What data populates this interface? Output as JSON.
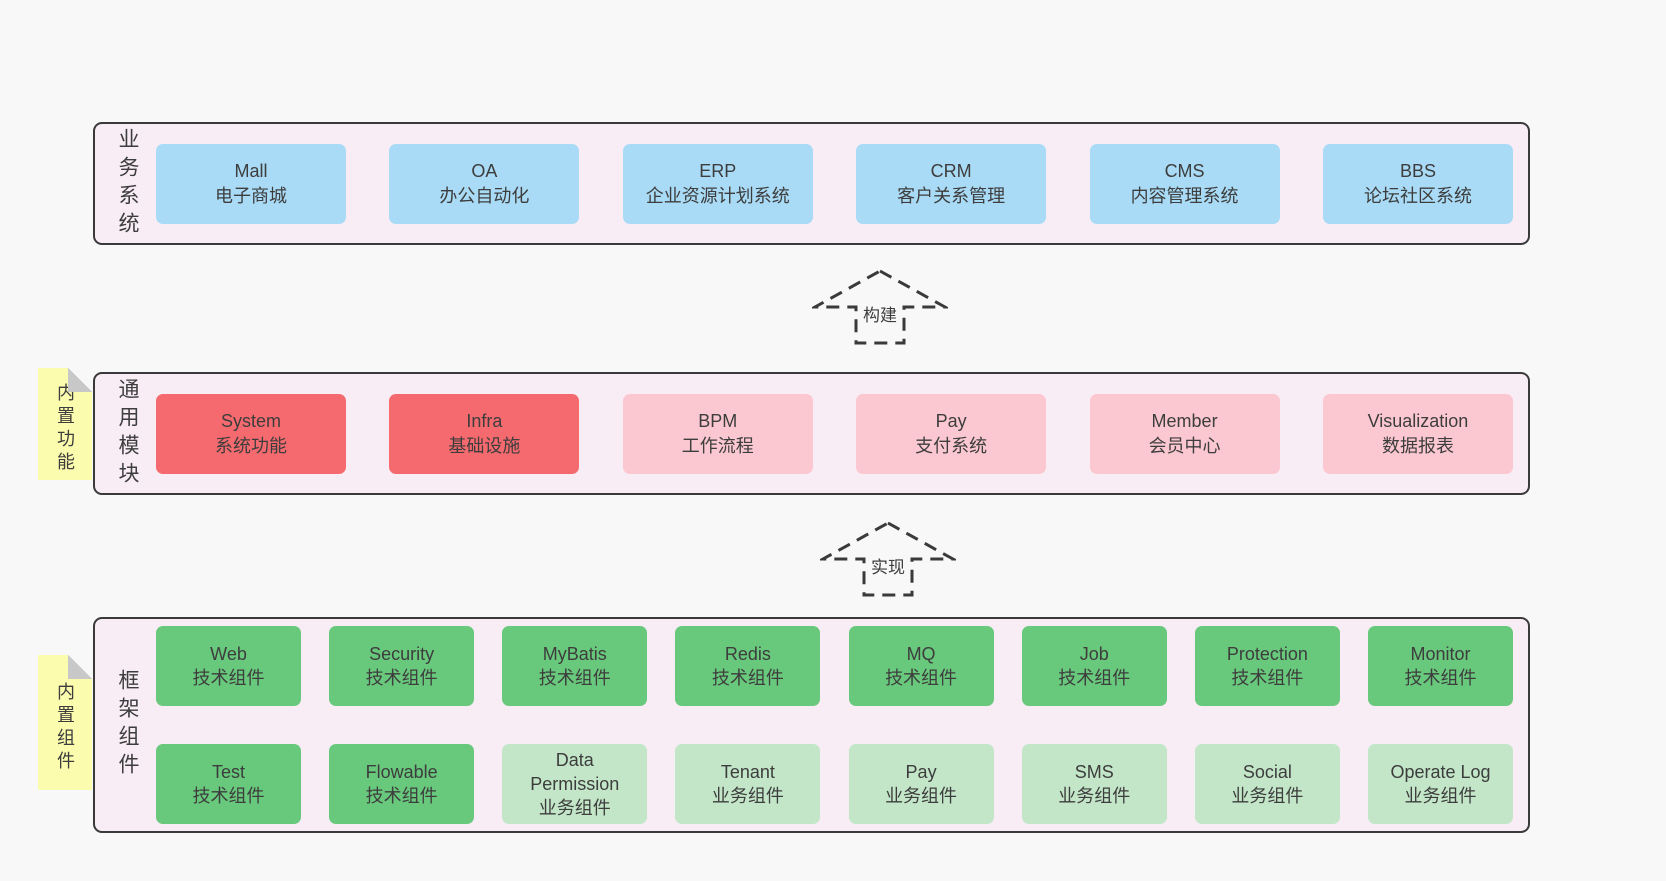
{
  "colors": {
    "background": "#f8f8f8",
    "panel": "#f8edf5",
    "border": "#3a3a3a",
    "text": "#3d3d3d",
    "blue": "#a9dbf6",
    "red": "#f56a6e",
    "pink": "#fbc8d1",
    "green": "#68c87c",
    "lightgreen": "#c2e6c7",
    "sticky": "#fcfcae",
    "fold": "#c8c8c8"
  },
  "arrows": [
    {
      "label": "构建"
    },
    {
      "label": "实现"
    }
  ],
  "layers": [
    {
      "label": "业务系统",
      "boxes": [
        {
          "name": "Mall",
          "desc": "电子商城"
        },
        {
          "name": "OA",
          "desc": "办公自动化"
        },
        {
          "name": "ERP",
          "desc": "企业资源计划系统"
        },
        {
          "name": "CRM",
          "desc": "客户关系管理"
        },
        {
          "name": "CMS",
          "desc": "内容管理系统"
        },
        {
          "name": "BBS",
          "desc": "论坛社区系统"
        }
      ]
    },
    {
      "label": "通用模块",
      "sticky": "内置功能",
      "boxes": [
        {
          "name": "System",
          "desc": "系统功能"
        },
        {
          "name": "Infra",
          "desc": "基础设施"
        },
        {
          "name": "BPM",
          "desc": "工作流程"
        },
        {
          "name": "Pay",
          "desc": "支付系统"
        },
        {
          "name": "Member",
          "desc": "会员中心"
        },
        {
          "name": "Visualization",
          "desc": "数据报表"
        }
      ]
    },
    {
      "label": "框架组件",
      "sticky": "内置组件",
      "rows": [
        [
          {
            "name": "Web",
            "desc": "技术组件"
          },
          {
            "name": "Security",
            "desc": "技术组件"
          },
          {
            "name": "MyBatis",
            "desc": "技术组件"
          },
          {
            "name": "Redis",
            "desc": "技术组件"
          },
          {
            "name": "MQ",
            "desc": "技术组件"
          },
          {
            "name": "Job",
            "desc": "技术组件"
          },
          {
            "name": "Protection",
            "desc": "技术组件"
          },
          {
            "name": "Monitor",
            "desc": "技术组件"
          }
        ],
        [
          {
            "name": "Test",
            "desc": "技术组件"
          },
          {
            "name": "Flowable",
            "desc": "技术组件"
          },
          {
            "name": "Data Permission",
            "desc": "业务组件"
          },
          {
            "name": "Tenant",
            "desc": "业务组件"
          },
          {
            "name": "Pay",
            "desc": "业务组件"
          },
          {
            "name": "SMS",
            "desc": "业务组件"
          },
          {
            "name": "Social",
            "desc": "业务组件"
          },
          {
            "name": "Operate Log",
            "desc": "业务组件"
          }
        ]
      ]
    }
  ]
}
